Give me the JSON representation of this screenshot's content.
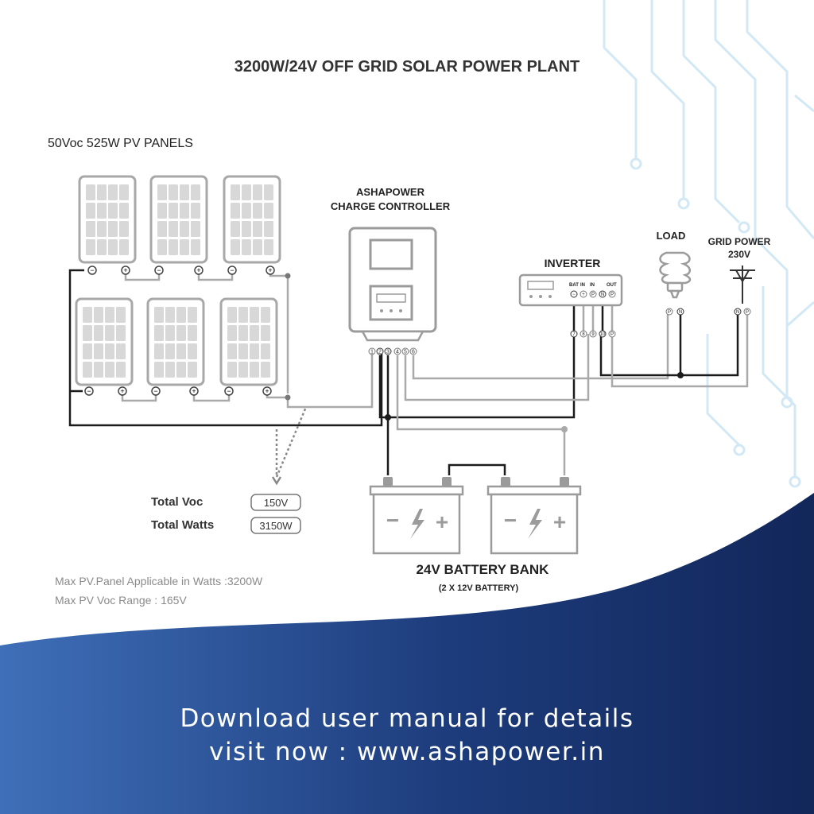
{
  "title": "3200W/24V OFF GRID SOLAR POWER PLANT",
  "panels": {
    "label": "50Voc 525W PV PANELS",
    "minus": "−",
    "plus": "+"
  },
  "controller": {
    "label_line1": "ASHAPOWER",
    "label_line2": "CHARGE CONTROLLER",
    "terminals": [
      "1",
      "2",
      "3",
      "4",
      "5",
      "6"
    ]
  },
  "inverter": {
    "label": "INVERTER",
    "bat_label": "BAT",
    "in_label": "IN",
    "in_label2": "IN",
    "out_label": "OUT",
    "top_terminals": [
      "−",
      "+",
      "P",
      "N",
      "P"
    ],
    "bottom_terminals": [
      "7",
      "8",
      "9",
      "10",
      "P"
    ]
  },
  "load": {
    "label": "LOAD",
    "terminals": [
      "P",
      "N"
    ]
  },
  "grid": {
    "label_line1": "GRID POWER",
    "label_line2": "230V",
    "terminals": [
      "N",
      "P"
    ]
  },
  "totals": {
    "voc_label": "Total Voc",
    "voc_value": "150V",
    "watts_label": "Total Watts",
    "watts_value": "3150W"
  },
  "limits": {
    "line1": "Max PV.Panel Applicable in Watts :3200W",
    "line2": "Max PV Voc Range : 165V"
  },
  "battery": {
    "label": "24V BATTERY BANK",
    "sublabel": "(2 X 12V BATTERY)",
    "minus": "−",
    "plus": "+"
  },
  "footer": {
    "line1": "Download user manual for details",
    "line2": "visit now : www.ashapower.in"
  },
  "colors": {
    "footer_dark": "#12275a",
    "footer_light": "#3f6fb8",
    "circuit": "#cfe6f4",
    "wire_dark": "#1b1b1b",
    "wire_light": "#a9a9a9",
    "device_stroke": "#9b9b9b"
  }
}
